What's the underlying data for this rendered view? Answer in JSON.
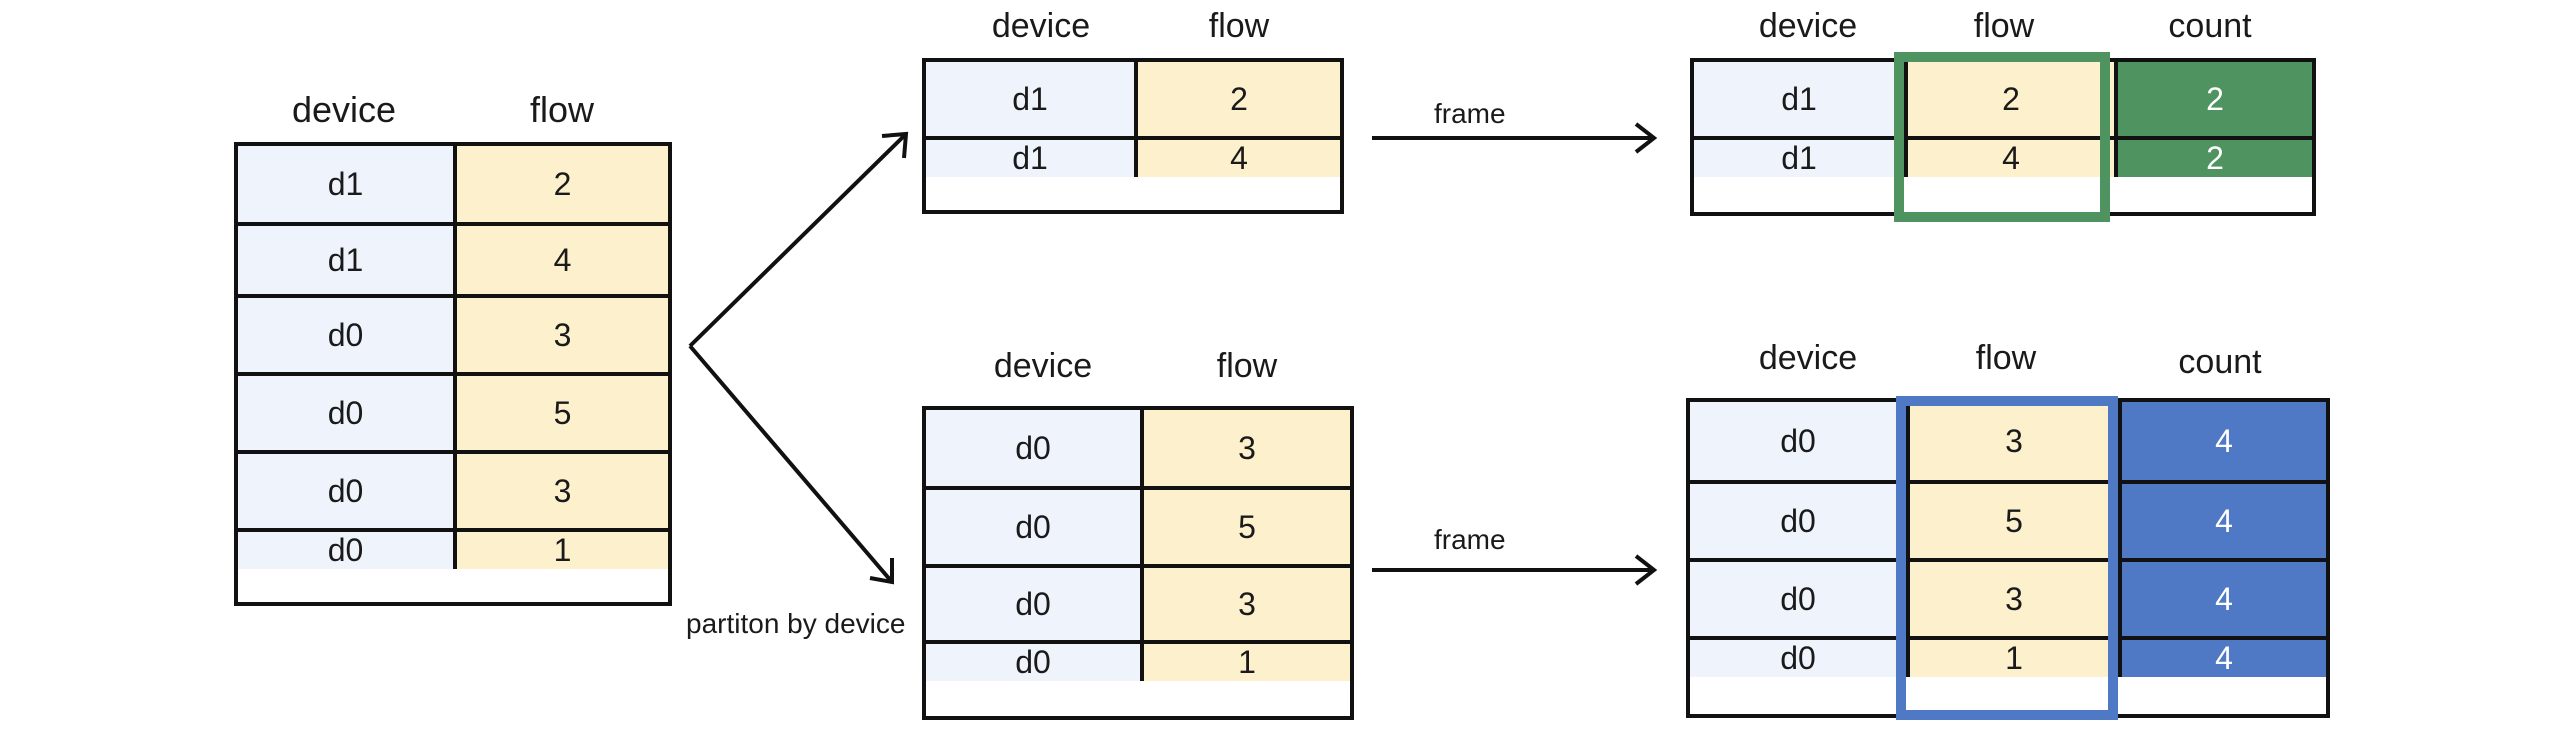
{
  "headers": {
    "device": "device",
    "flow": "flow",
    "count": "count"
  },
  "source_table": {
    "rows": [
      {
        "device": "d1",
        "flow": "2"
      },
      {
        "device": "d1",
        "flow": "4"
      },
      {
        "device": "d0",
        "flow": "3"
      },
      {
        "device": "d0",
        "flow": "5"
      },
      {
        "device": "d0",
        "flow": "3"
      },
      {
        "device": "d0",
        "flow": "1"
      }
    ]
  },
  "partition_d1": {
    "rows": [
      {
        "device": "d1",
        "flow": "2"
      },
      {
        "device": "d1",
        "flow": "4"
      }
    ]
  },
  "partition_d0": {
    "rows": [
      {
        "device": "d0",
        "flow": "3"
      },
      {
        "device": "d0",
        "flow": "5"
      },
      {
        "device": "d0",
        "flow": "3"
      },
      {
        "device": "d0",
        "flow": "1"
      }
    ]
  },
  "result_d1": {
    "rows": [
      {
        "device": "d1",
        "flow": "2",
        "count": "2"
      },
      {
        "device": "d1",
        "flow": "4",
        "count": "2"
      }
    ]
  },
  "result_d0": {
    "rows": [
      {
        "device": "d0",
        "flow": "3",
        "count": "4"
      },
      {
        "device": "d0",
        "flow": "5",
        "count": "4"
      },
      {
        "device": "d0",
        "flow": "3",
        "count": "4"
      },
      {
        "device": "d0",
        "flow": "1",
        "count": "4"
      }
    ]
  },
  "labels": {
    "partition": "partiton by device",
    "frame_top": "frame",
    "frame_bottom": "frame"
  },
  "colors": {
    "device_cell": "#eef3fc",
    "flow_cell": "#fdf0cd",
    "count_green": "#4f9460",
    "count_blue": "#4f79c4",
    "frame_green": "#4f9460",
    "frame_blue": "#4f79c4"
  }
}
